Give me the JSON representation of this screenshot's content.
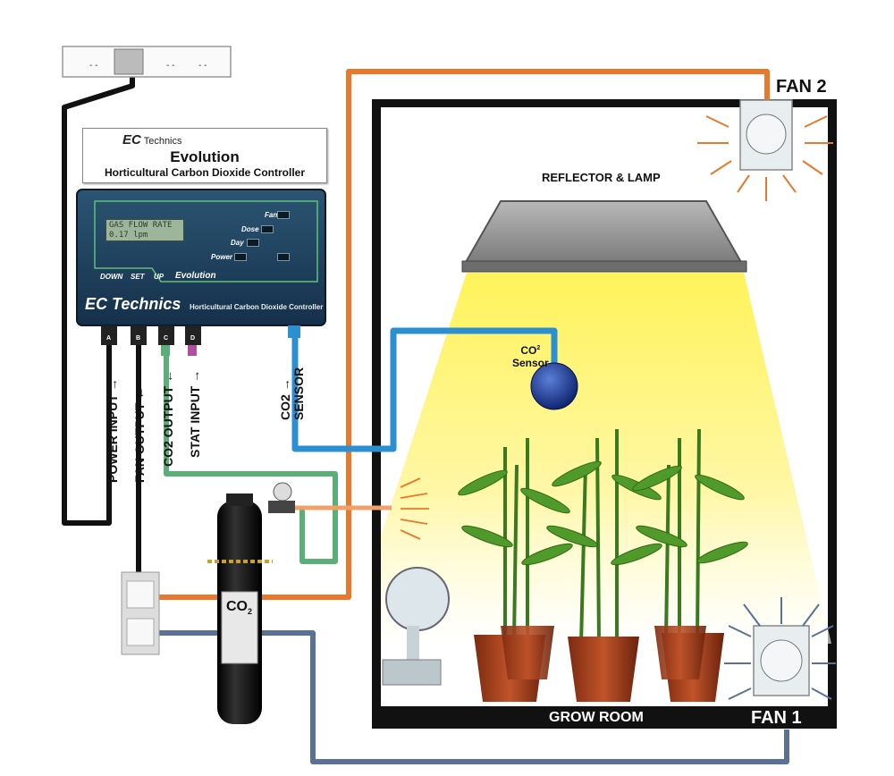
{
  "controller": {
    "brand": "Technics",
    "title": "Evolution",
    "subtitle": "Horticultural Carbon Dioxide Controller",
    "lcd_line1": "GAS FLOW RATE",
    "lcd_line2": "0.17 lpm",
    "indicators": [
      "Fan",
      "Dose",
      "Day",
      "Power"
    ],
    "buttons": [
      "DOWN",
      "SET",
      "UP"
    ],
    "model_text": "Evolution",
    "logo_text": "Technics",
    "front_subtitle": "Horticultural Carbon Dioxide Controller",
    "ports": [
      "A",
      "B",
      "C",
      "D"
    ]
  },
  "labels": {
    "fan2": "FAN 2",
    "fan1": "FAN 1",
    "reflector": "REFLECTOR & LAMP",
    "grow_room": "GROW ROOM",
    "co2_sensor_line1": "CO",
    "co2_sensor_sup": "2",
    "co2_sensor_line2": "Sensor",
    "power_input": "POWER INPUT",
    "fan_output": "FAN OUTPUT",
    "co2_output": "CO2 OUTPUT",
    "stat_input": "STAT INPUT",
    "co2_sensor_port_line1": "CO2",
    "co2_sensor_port_line2": "SENSOR",
    "cylinder": "CO",
    "cylinder_sub": "2"
  },
  "colors": {
    "orange_cable": "#e8782a",
    "blue_cable": "#2b8fd0",
    "green_pipe": "#5aae78",
    "grey_blue_cable": "#5a7196",
    "black_cable": "#111111",
    "light_yellow": "#fff27a",
    "controller_body": "#1e3f5a"
  }
}
